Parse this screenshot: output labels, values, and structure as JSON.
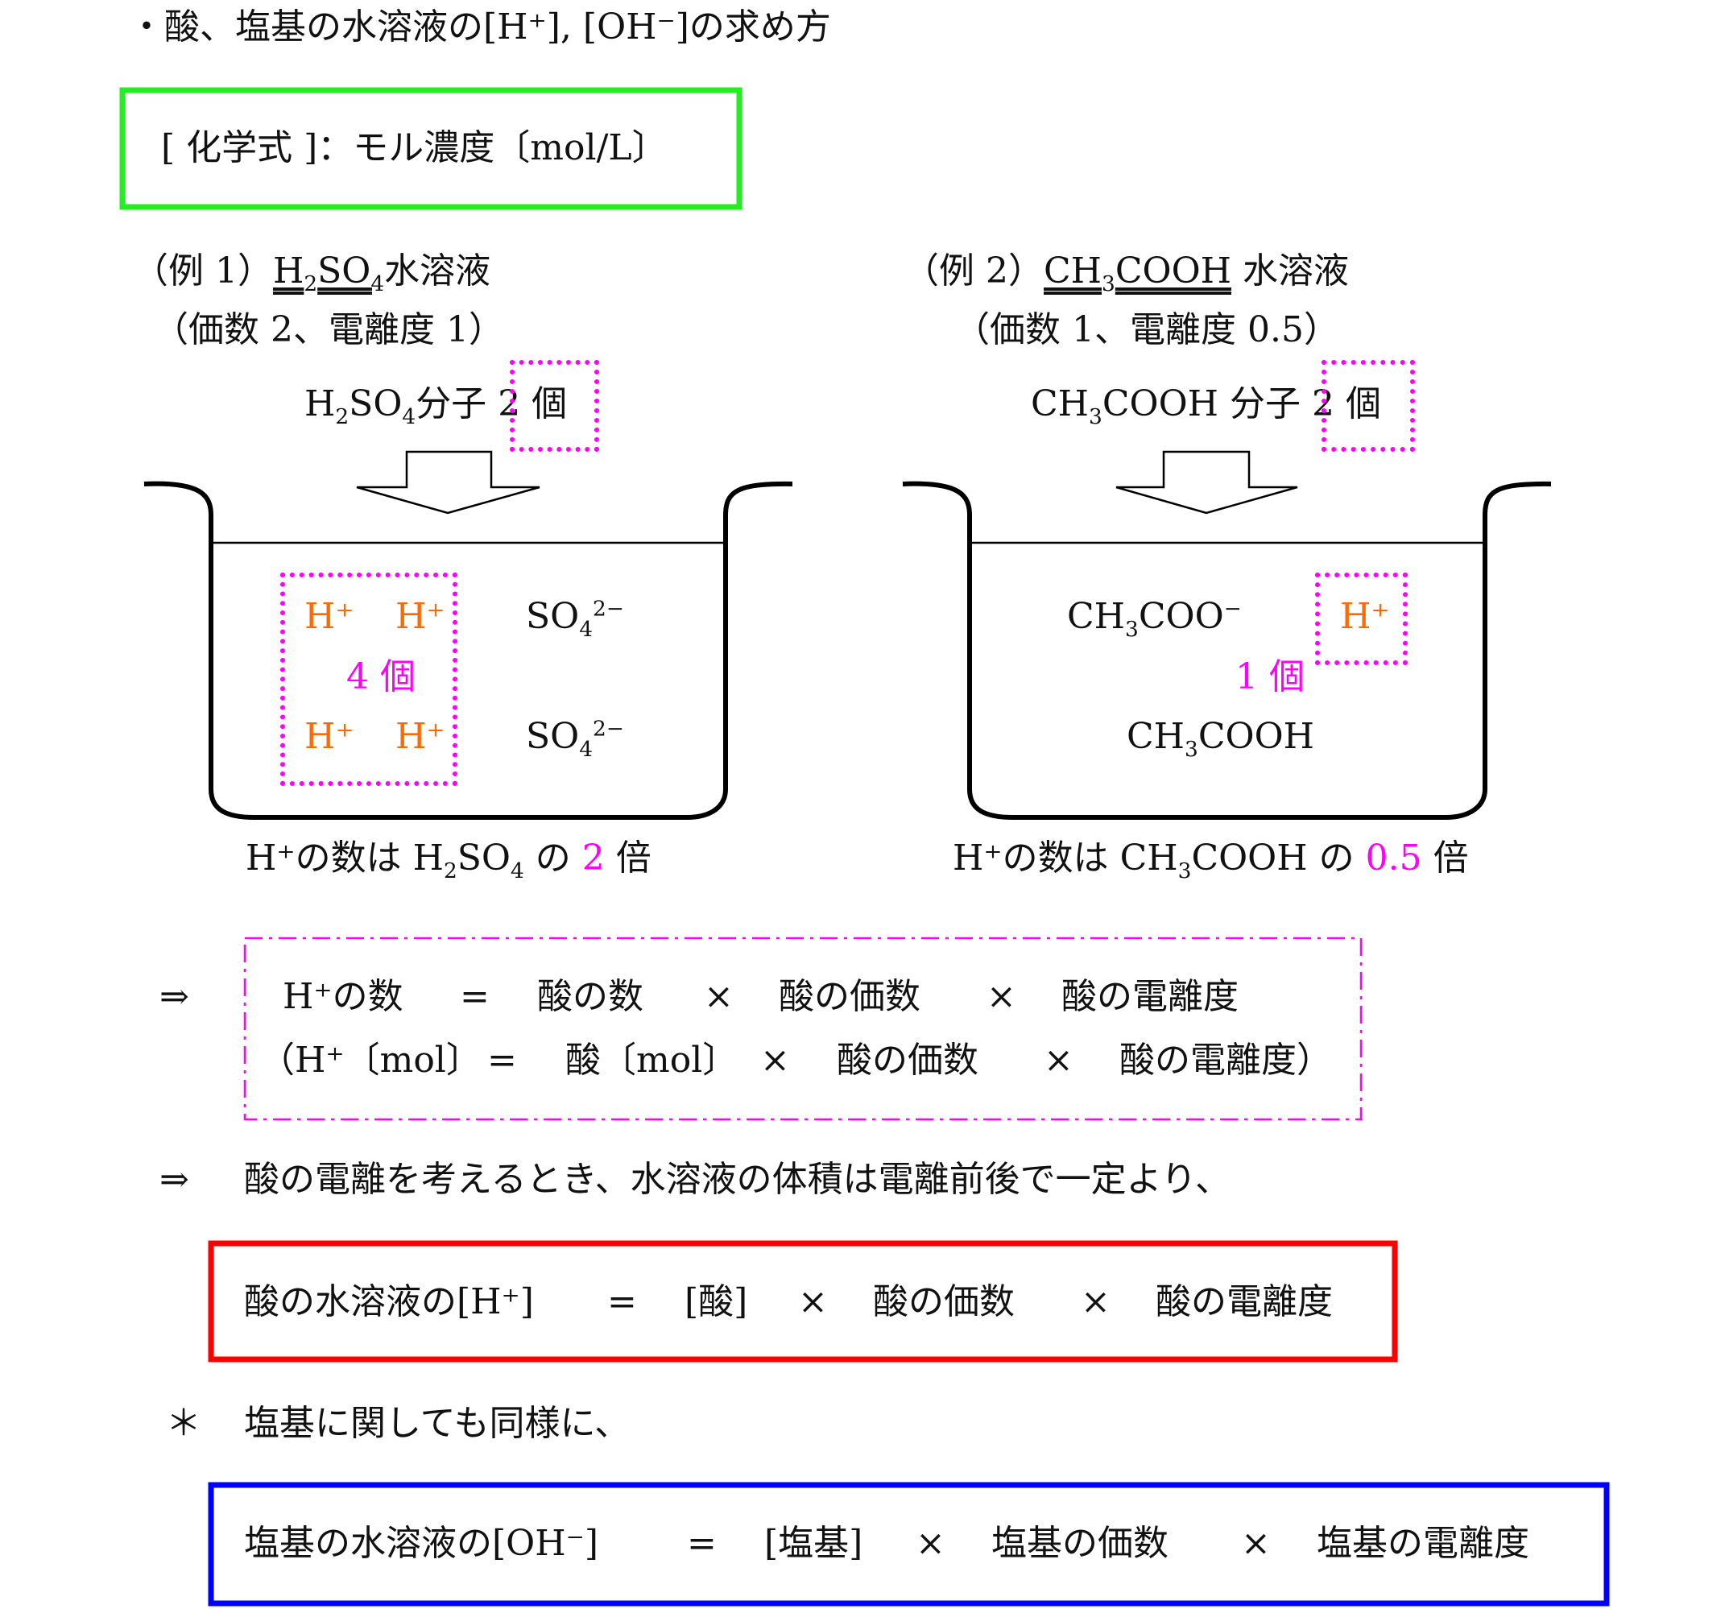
{
  "title": "・酸、塩基の水溶液の[H⁺], [OH⁻]の求め方",
  "definition": "[ 化学式 ]：モル濃度〔mol/L〕",
  "colors": {
    "green": "#22ee22",
    "red": "#ff0000",
    "blue": "#0000ff",
    "magenta": "#ff00ff",
    "orange": "#ff6a00"
  },
  "example1": {
    "label": "（例 1）",
    "formula": {
      "a": "H",
      "b": "2",
      "c": "SO",
      "d": "4"
    },
    "suffix": "水溶液",
    "props": "（価数 2、電離度 1）",
    "molecules": "分子",
    "count": "2 個",
    "ions": {
      "h": "H⁺",
      "count": "4 個",
      "so4": "SO",
      "so4_sub": "4",
      "so4_sup": "2−"
    },
    "caption": {
      "pre": "H⁺の数は ",
      "mid": " の ",
      "factor": "2",
      "post": " 倍"
    }
  },
  "example2": {
    "label": "（例 2）",
    "formula": {
      "a": "CH",
      "b": "3",
      "c": "COOH"
    },
    "suffix": " 水溶液",
    "props": "（価数 1、電離度 0.5）",
    "molecules": " 分子",
    "count": "2 個",
    "ions": {
      "anion": "CH",
      "anion_sub": "3",
      "anion_rest": "COO",
      "anion_sup": "−",
      "h": "H⁺",
      "count": "1 個"
    },
    "caption": {
      "pre": "H⁺の数は ",
      "mid": " の ",
      "factor": "0.5",
      "post": " 倍"
    }
  },
  "implies": "⇒",
  "eq1": [
    "H⁺の数",
    "=",
    "酸の数",
    "×",
    "酸の価数",
    "×",
    "酸の電離度"
  ],
  "eq2": [
    "（H⁺〔mol〕",
    "=",
    "酸〔mol〕",
    "×",
    "酸の価数",
    "×",
    "酸の電離度）"
  ],
  "note": "酸の電離を考えるとき、水溶液の体積は電離前後で一定より、",
  "acid_formula": [
    "酸の水溶液の[H⁺]",
    "=",
    "[酸]",
    "×",
    "酸の価数",
    "×",
    "酸の電離度"
  ],
  "asterisk": "＊",
  "base_note": "塩基に関しても同様に、",
  "base_formula": [
    "塩基の水溶液の[OH⁻]",
    "=",
    "[塩基]",
    "×",
    "塩基の価数",
    "×",
    "塩基の電離度"
  ]
}
